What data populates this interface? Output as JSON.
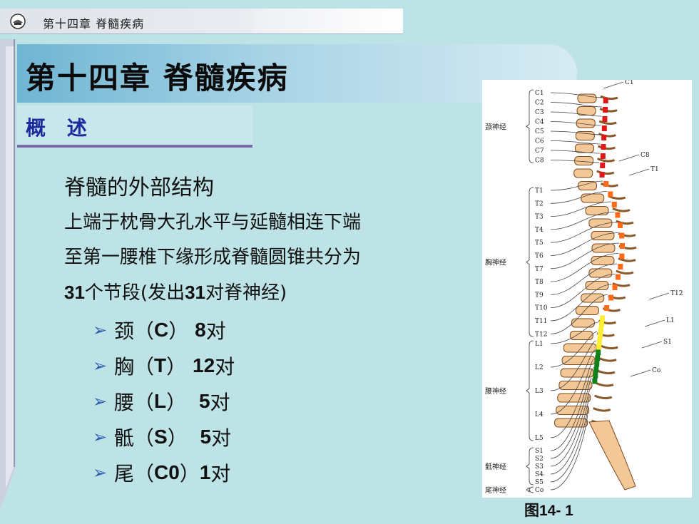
{
  "header": {
    "chapter_label": "第十四章  脊髓疾病",
    "logo_icon": "school-emblem-icon"
  },
  "title": "第十四章  脊髓疾病",
  "subtitle": "概 述",
  "body": {
    "heading": "脊髓的外部结构",
    "line1": "上端于枕骨大孔水平与延髓相连下端",
    "line2": "至第一腰椎下缘形成脊髓圆锥共分为",
    "line3_num1": "31",
    "line3_mid": "个节段(发出",
    "line3_num2": "31",
    "line3_end": "对脊神经)"
  },
  "segments": [
    {
      "name": "颈",
      "code": "C",
      "count": "8",
      "unit": "对"
    },
    {
      "name": "胸",
      "code": "T",
      "count": "12",
      "unit": "对"
    },
    {
      "name": "腰",
      "code": "L",
      "count": "5",
      "unit": "对"
    },
    {
      "name": "骶",
      "code": "S",
      "count": "5",
      "unit": "对"
    },
    {
      "name": "尾",
      "code": "C0",
      "count": "1",
      "unit": "对"
    }
  ],
  "figure": {
    "caption": "图14- 1",
    "group_labels": [
      "颈神经",
      "胸神经",
      "腰神经",
      "骶神经",
      "尾神经"
    ],
    "left_labels": [
      "C1",
      "C2",
      "C3",
      "C4",
      "C5",
      "C6",
      "C7",
      "C8",
      "T1",
      "T2",
      "T3",
      "T4",
      "T5",
      "T6",
      "T7",
      "T8",
      "T9",
      "T10",
      "T11",
      "T12",
      "L1",
      "L2",
      "L3",
      "L4",
      "L5",
      "S1",
      "S2",
      "S3",
      "S4",
      "S5",
      "Co"
    ],
    "right_labels": [
      "C1",
      "C8",
      "T1",
      "T12",
      "L1",
      "S1",
      "Co"
    ]
  },
  "colors": {
    "background": "#bde3e6",
    "title_band": "#8cc6de",
    "subtitle_text": "#1c2a9c",
    "bullet": "#2f5fb0"
  }
}
